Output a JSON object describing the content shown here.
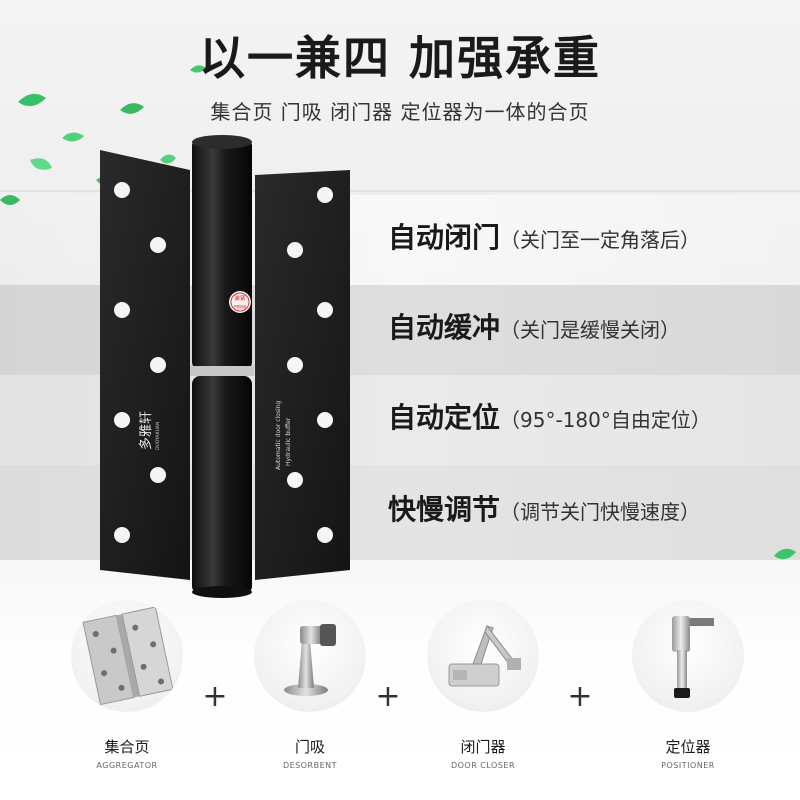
{
  "headline": "以一兼四 加强承重",
  "subline": "集合页 门吸 闭门器 定位器为一体的合页",
  "hinge": {
    "brand_cn": "多雅轩",
    "brand_en": "DUOYAXUAN",
    "text_line1": "Automatic door closing",
    "text_line2": "Hydraulic buffer",
    "sticker_line1": "装紧",
    "sticker_line2": "严禁拆卸"
  },
  "features": [
    {
      "title": "自动闭门",
      "desc": "（关门至一定角落后）"
    },
    {
      "title": "自动缓冲",
      "desc": "（关门是缓慢关闭）"
    },
    {
      "title": "自动定位",
      "desc": "（95°-180°自由定位）"
    },
    {
      "title": "快慢调节",
      "desc": "（调节关门快慢速度）"
    }
  ],
  "products": [
    {
      "name": "集合页",
      "en": "AGGREGATOR"
    },
    {
      "name": "门吸",
      "en": "DESORBENT"
    },
    {
      "name": "闭门器",
      "en": "DOOR CLOSER"
    },
    {
      "name": "定位器",
      "en": "POSITIONER"
    }
  ],
  "plus_sign": "+",
  "colors": {
    "hinge": "#1c1c1c",
    "leaf": "#3cc46a",
    "text": "#1a1a1a"
  }
}
